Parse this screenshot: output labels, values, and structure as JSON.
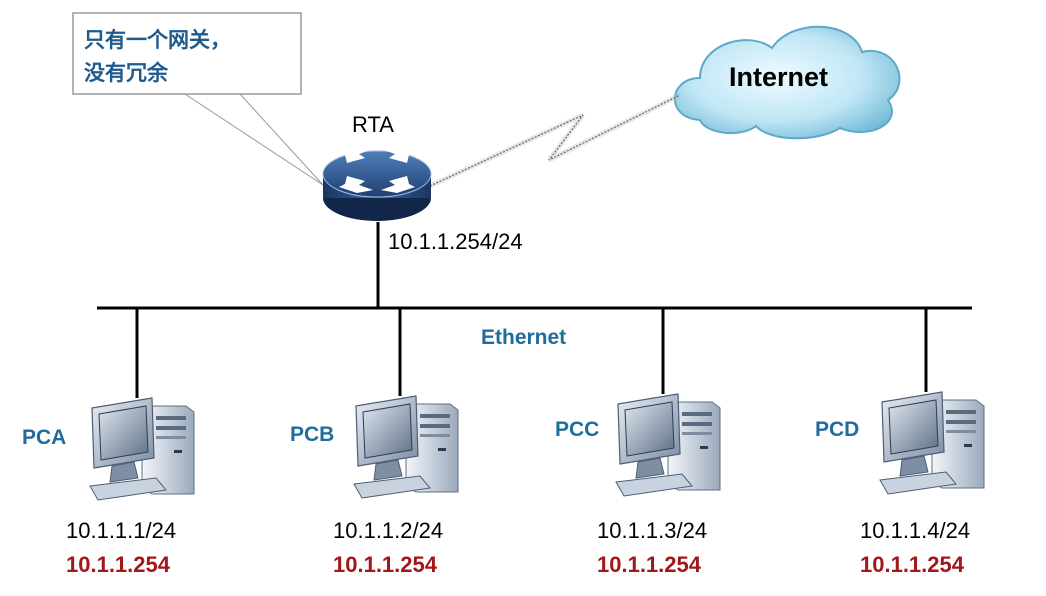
{
  "callout": {
    "line1": "只有一个网关，",
    "line2": "没有冗余"
  },
  "router": {
    "name": "RTA",
    "ip": "10.1.1.254/24"
  },
  "internet": {
    "label": "Internet"
  },
  "network": {
    "label": "Ethernet"
  },
  "pcs": [
    {
      "name": "PCA",
      "ip": "10.1.1.1/24",
      "gateway": "10.1.1.254"
    },
    {
      "name": "PCB",
      "ip": "10.1.1.2/24",
      "gateway": "10.1.1.254"
    },
    {
      "name": "PCC",
      "ip": "10.1.1.3/24",
      "gateway": "10.1.1.254"
    },
    {
      "name": "PCD",
      "ip": "10.1.1.4/24",
      "gateway": "10.1.1.254"
    }
  ],
  "colors": {
    "label_blue": "#1f6d9c",
    "gateway_red": "#a3161a"
  }
}
